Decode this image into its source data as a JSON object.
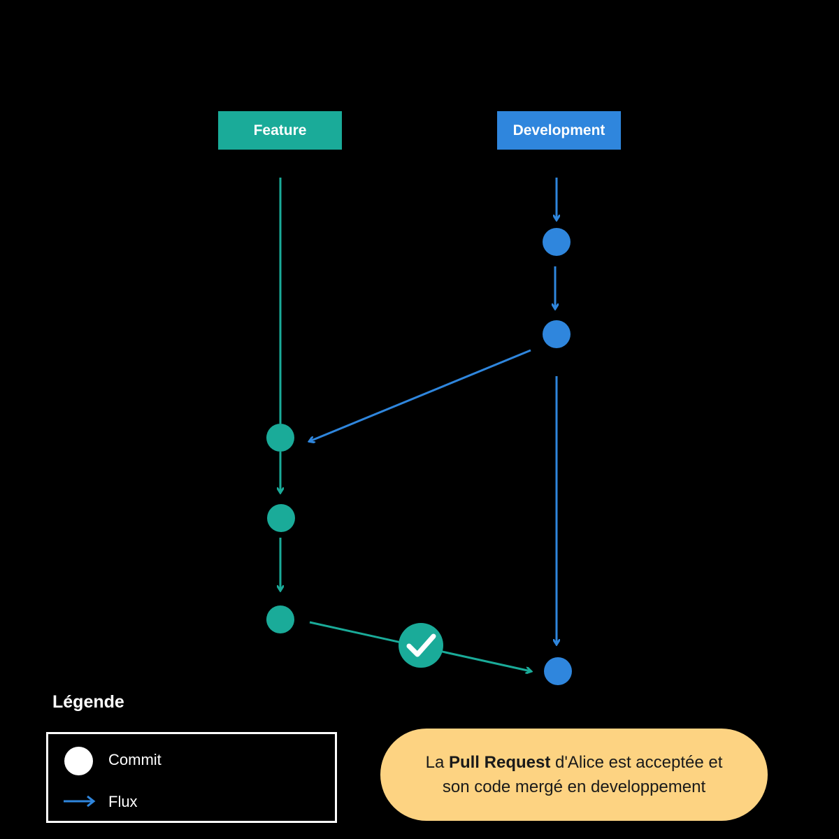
{
  "branches": {
    "feature": "Feature",
    "development": "Development"
  },
  "legend": {
    "title": "Légende",
    "commit": "Commit",
    "flux": "Flux"
  },
  "caption": {
    "prefix": "La ",
    "bold": "Pull Request",
    "suffix_line1": " d'Alice est acceptée et",
    "line2": "son code mergé en developpement"
  },
  "colors": {
    "feature": "#1aab99",
    "development": "#2f86dd",
    "caption_bg": "#fdd382",
    "background": "#000000"
  },
  "icons": {
    "merge_status": "check-circle-icon"
  }
}
